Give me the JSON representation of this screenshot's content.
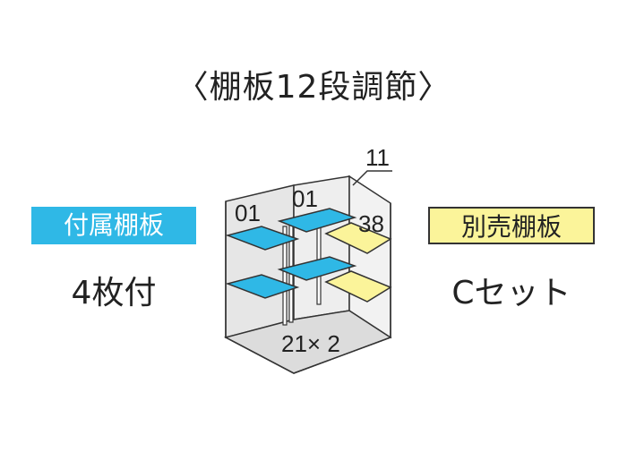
{
  "title": "〈棚板12段調節〉",
  "included": {
    "badge": "付属棚板",
    "count": "4枚付"
  },
  "sold_separately": {
    "badge": "別売棚板",
    "count": "Cセット"
  },
  "diagram": {
    "label_top": "11",
    "label_left": "01",
    "label_mid": "01",
    "label_right": "38",
    "label_bottom": "21× 2"
  },
  "colors": {
    "included_shelf": "#2fb8e6",
    "sold_shelf": "#fbf49a",
    "wall": "#e6e6e6",
    "outline": "#333333"
  }
}
